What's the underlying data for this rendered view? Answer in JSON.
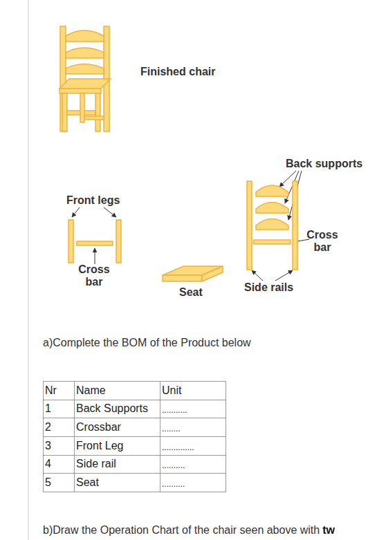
{
  "diagram": {
    "labels": [
      "Finished chair",
      "Back supports",
      "Front legs",
      "Cross bar",
      "Cross bar",
      "Side rails",
      "Seat",
      "a)Complete the BOM of the Product below",
      "Nr",
      "Name",
      "Unit",
      "1",
      "Back Supports",
      "...........",
      "2",
      "Crossbar",
      "........",
      "3",
      "Front Leg",
      "..............",
      "4",
      "Side rail",
      "..........",
      "5",
      "Seat",
      "..........",
      "b)Draw the Operation Chart of the chair seen above with",
      "tw"
    ]
  }
}
